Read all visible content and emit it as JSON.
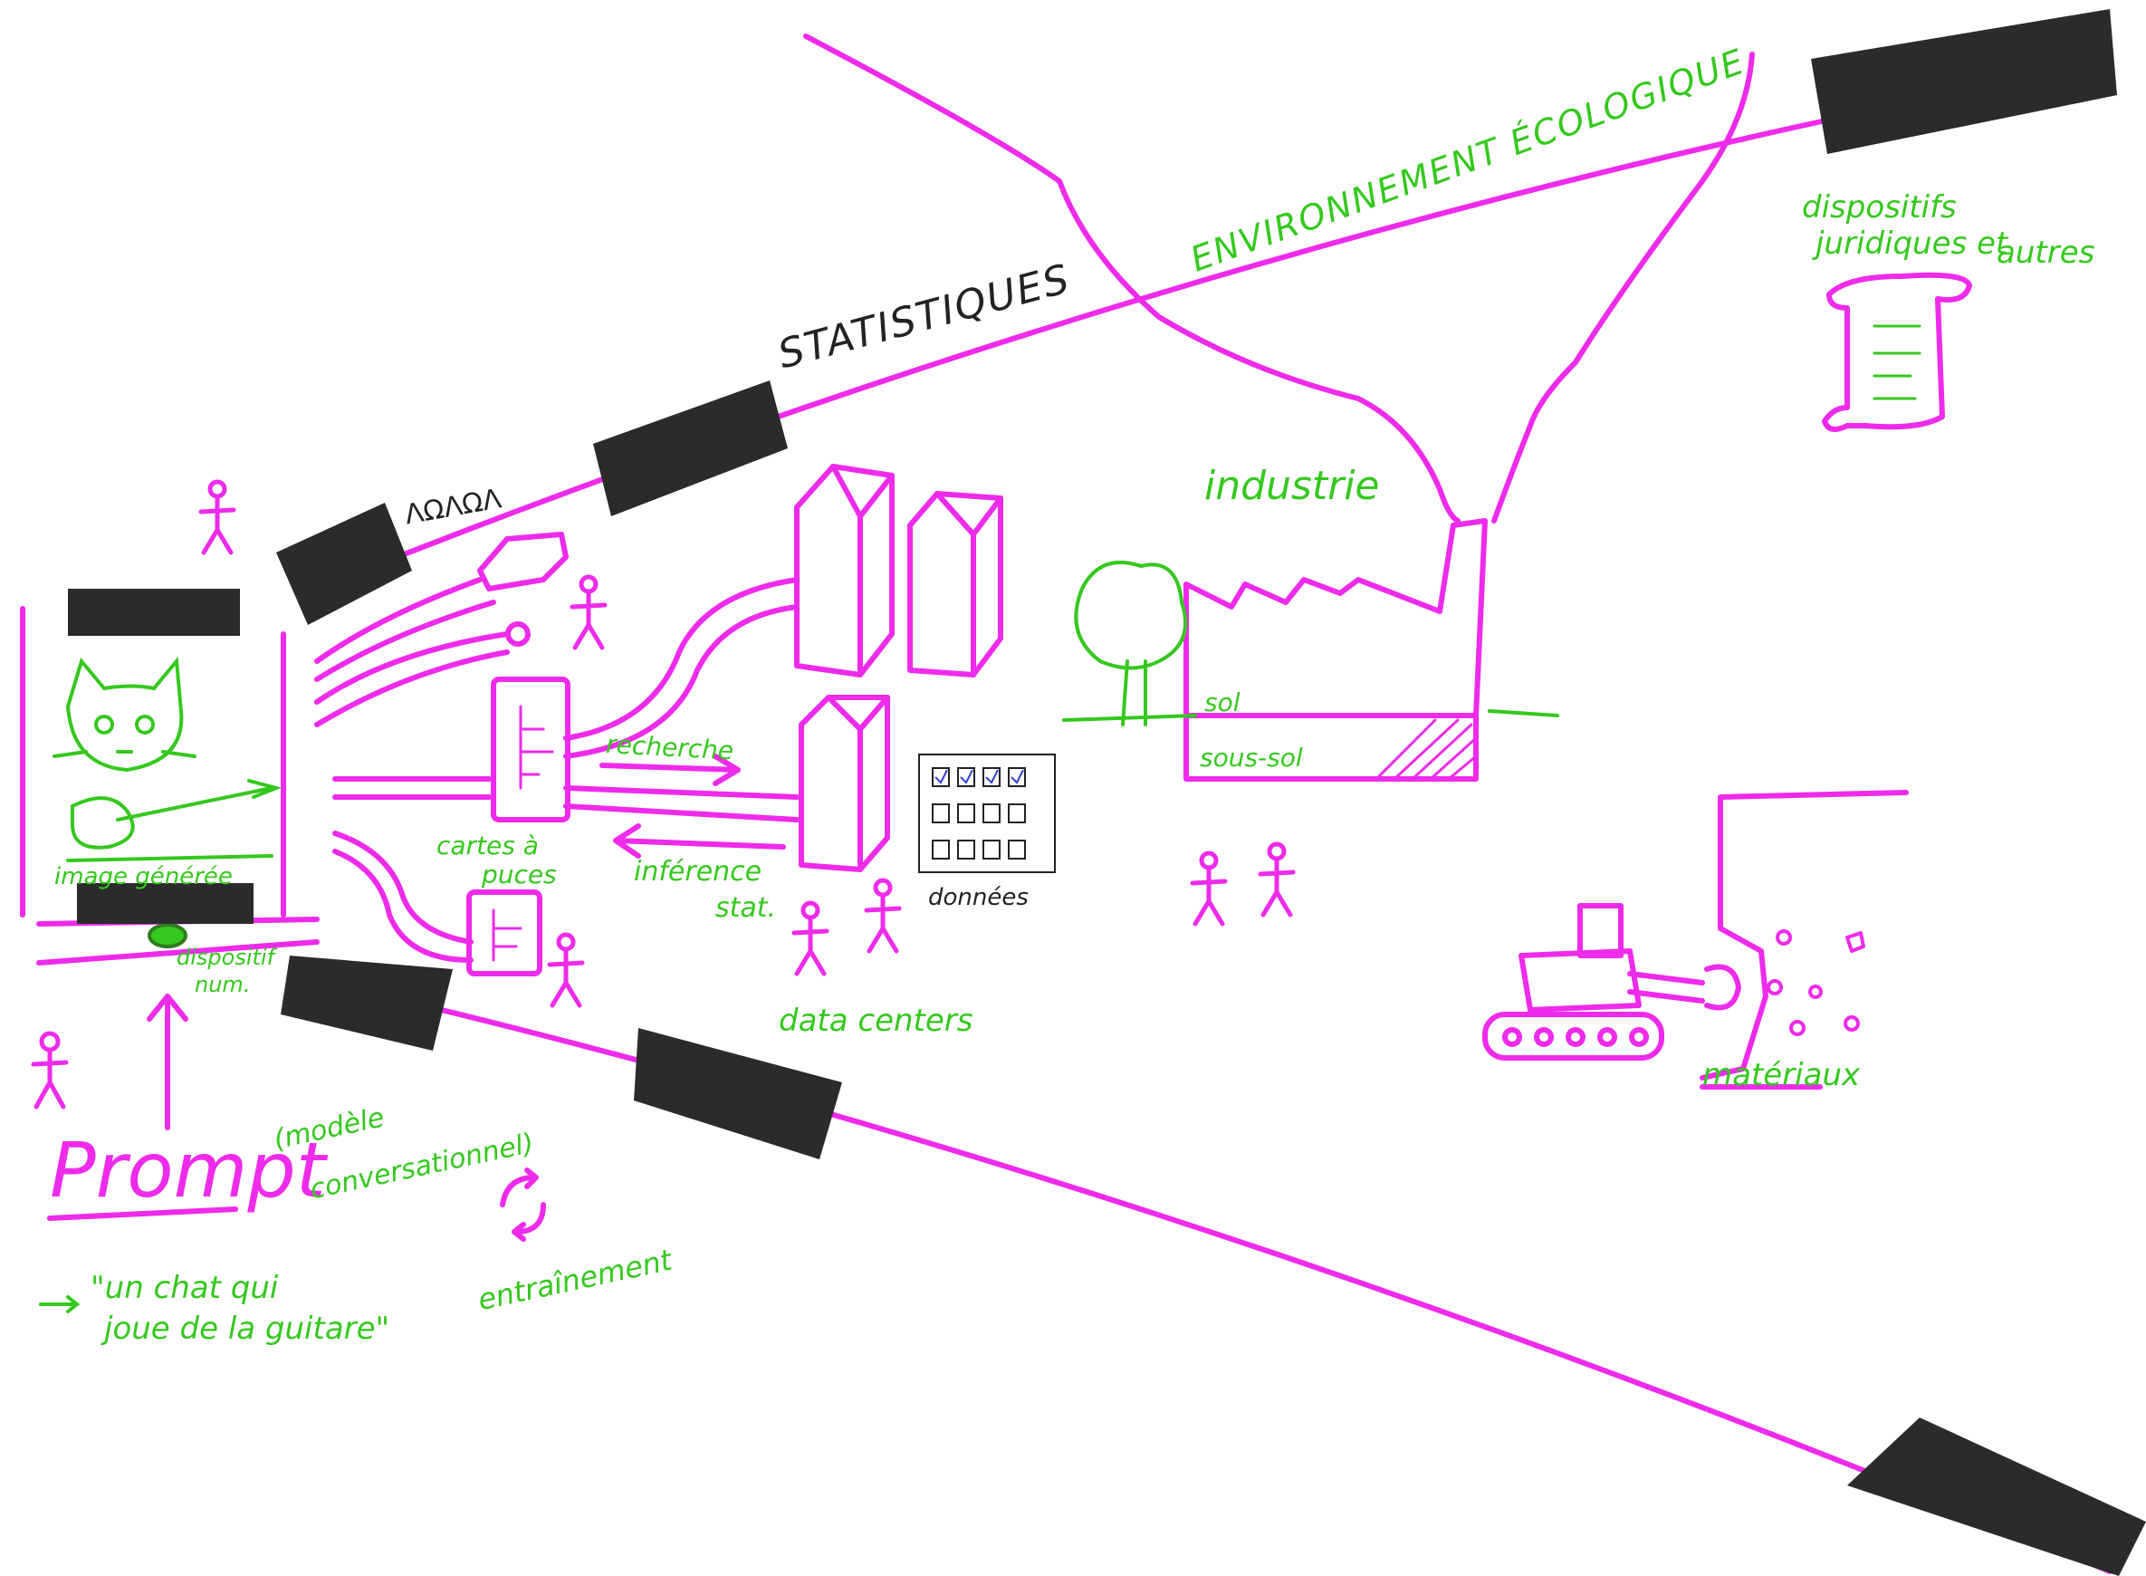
{
  "colors": {
    "pink": "#ee2bea",
    "green": "#35c81e",
    "black": "#222222",
    "tape": "#2b2b2b",
    "paper": "#ffffff"
  },
  "labels": {
    "statistiques": "STATISTIQUES",
    "environnement": "ENVIRONNEMENT ÉCOLOGIQUE",
    "squiggle": "ΛΩΛΩΛ",
    "industrie": "industrie",
    "sol": "sol",
    "sous_sol": "sous-sol",
    "dispositifs": [
      "dispositifs",
      "juridiques et",
      "autres"
    ],
    "image_generee": "image générée",
    "cartes_puces": [
      "cartes à",
      "puces"
    ],
    "recherche": "recherche",
    "inference": [
      "inférence",
      "stat."
    ],
    "donnees": "données",
    "data_centers": "data centers",
    "dispositif_num": [
      "dispositif",
      "num."
    ],
    "prompt": "Prompt",
    "modele": [
      "(modèle",
      "conversationnel)"
    ],
    "quote": [
      "\"un chat qui",
      "joue de la guitare\""
    ],
    "entrainement": "entraînement",
    "materiaux": "matériaux"
  }
}
